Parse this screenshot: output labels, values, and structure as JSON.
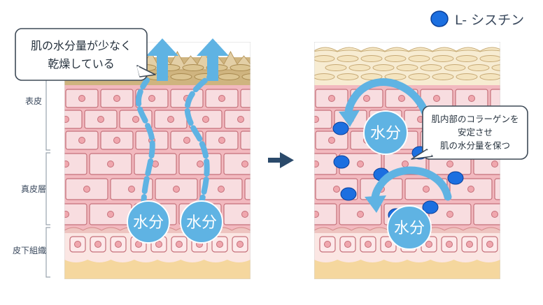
{
  "legend": {
    "label": "L- シスチン",
    "dot_color": "#1c6fe0"
  },
  "left_callout": {
    "line1": "肌の水分量が少なく",
    "line2": "乾燥している"
  },
  "right_callout": {
    "line1": "肌内部のコラーゲンを",
    "line2": "安定させ",
    "line3": "肌の水分量を保つ"
  },
  "layers": {
    "epidermis": "表皮",
    "dermis": "真皮層",
    "subcutis": "皮下組織"
  },
  "water_label": "水分",
  "colors": {
    "water_blue": "#5fb3e3",
    "skin_pink": "#f2b9bf",
    "cell_fill": "#f8dde0",
    "cell_border": "#c5707a",
    "arrow_dark": "#2b4a6b",
    "top_tan": "#d8c08f",
    "cream": "#f7ecd2"
  }
}
